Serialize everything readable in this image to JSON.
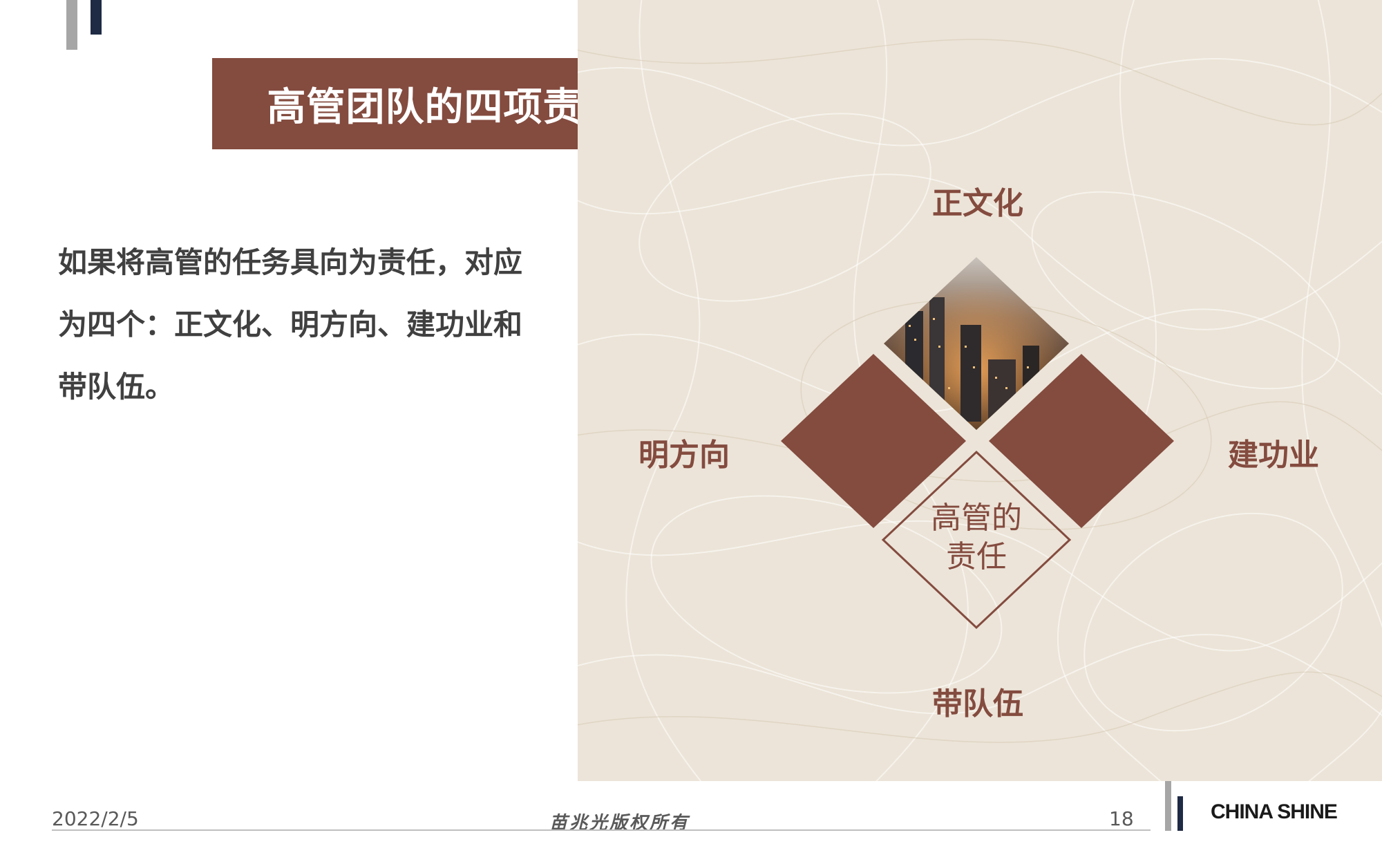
{
  "title": "高管团队的四项责任",
  "body_text": "如果将高管的任务具向为责任，对应为四个：正文化、明方向、建功业和带队伍。",
  "diagram": {
    "top_label": "正文化",
    "left_label": "明方向",
    "right_label": "建功业",
    "bottom_label": "带队伍",
    "center_label_line1": "高管的",
    "center_label_line2": "责任"
  },
  "footer": {
    "date": "2022/2/5",
    "copyright": "苗兆光版权所有",
    "page_number": "18",
    "logo_text": "CHINA SHINE"
  },
  "colors": {
    "accent": "#844b3f",
    "bar_gray": "#a6a6a6",
    "bar_navy": "#1f2a44",
    "panel_bg": "#ece4d8"
  }
}
